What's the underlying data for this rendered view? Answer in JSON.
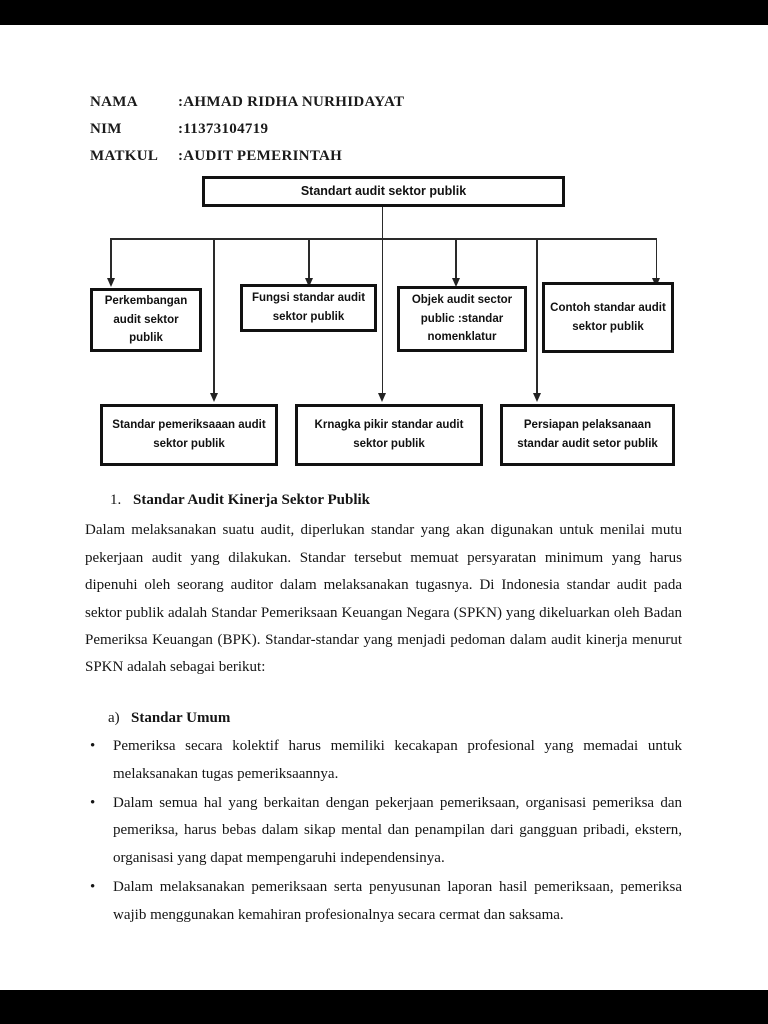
{
  "colors": {
    "letterbox": "#000000",
    "paper": "#ffffff",
    "ink": "#1a1a1a",
    "line": "#2a2a2a"
  },
  "header": {
    "rows": [
      {
        "label": "NAMA",
        "value": ":AHMAD RIDHA NURHIDAYAT"
      },
      {
        "label": "NIM",
        "value": ":11373104719"
      },
      {
        "label": "MATKUL",
        "value": ":AUDIT PEMERINTAH"
      }
    ]
  },
  "diagram": {
    "root": "Standart audit sektor publik",
    "row1": [
      "Perkembangan audit sektor publik",
      "Fungsi standar audit sektor publik",
      "Objek audit sector public :standar nomenklatur",
      "Contoh standar audit sektor publik"
    ],
    "row2": [
      "Standar pemeriksaaan audit sektor publik",
      "Krnagka pikir standar audit sektor publik",
      "Persiapan pelaksanaan standar audit setor publik"
    ]
  },
  "section": {
    "number": "1.",
    "title": "Standar Audit Kinerja Sektor Publik",
    "paragraph": "Dalam melaksanakan suatu audit, diperlukan standar yang akan digunakan untuk menilai mutu pekerjaan audit yang dilakukan. Standar tersebut memuat persyaratan minimum yang harus dipenuhi oleh seorang auditor dalam melaksanakan tugasnya. Di Indonesia standar audit pada sektor publik adalah Standar Pemeriksaan Keuangan Negara (SPKN) yang dikeluarkan oleh Badan Pemeriksa Keuangan (BPK). Standar-standar yang menjadi pedoman dalam audit kinerja menurut SPKN adalah sebagai berikut:"
  },
  "subsection": {
    "letter": "a)",
    "title": "Standar Umum",
    "bullets": [
      "Pemeriksa secara kolektif harus memiliki kecakapan profesional yang memadai untuk melaksanakan tugas pemeriksaannya.",
      "Dalam semua hal yang berkaitan dengan pekerjaan pemeriksaan, organisasi pemeriksa dan pemeriksa, harus bebas dalam sikap mental dan penampilan dari gangguan pribadi, ekstern, organisasi yang dapat mempengaruhi independensinya.",
      "Dalam melaksanakan pemeriksaan serta penyusunan laporan hasil pemeriksaan, pemeriksa wajib menggunakan kemahiran profesionalnya secara cermat dan saksama."
    ]
  }
}
